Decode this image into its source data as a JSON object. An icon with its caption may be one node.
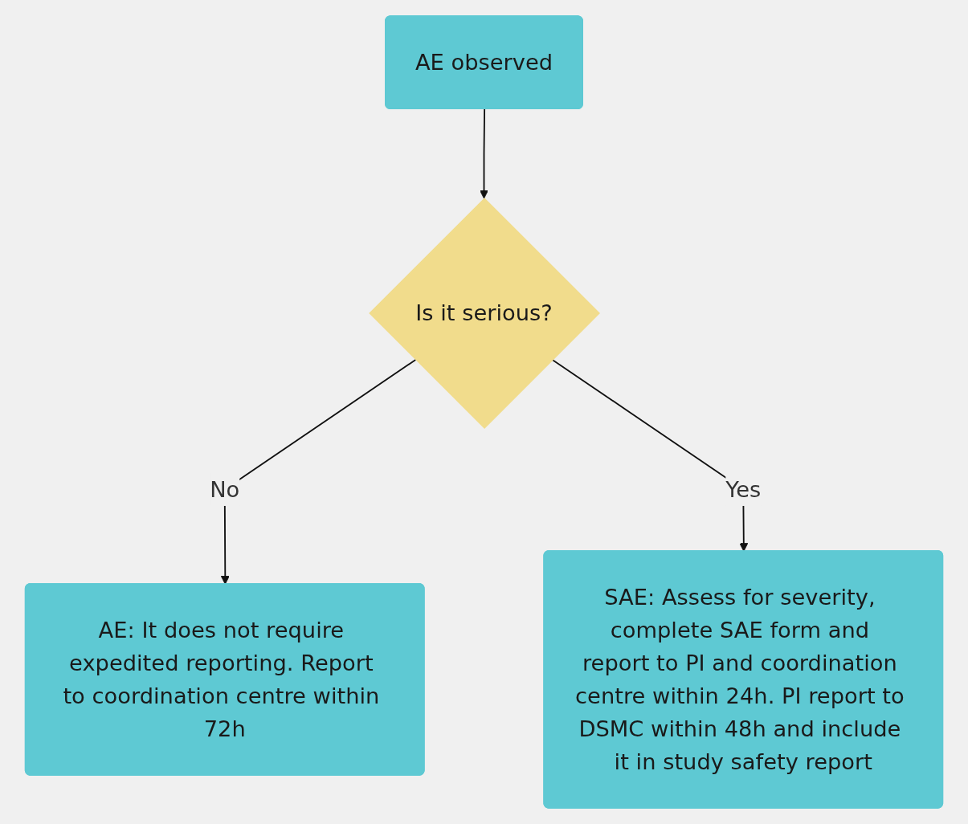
{
  "diagram": {
    "nodes": [
      {
        "text": [
          "AE observed"
        ]
      },
      {
        "text": [
          "Is it serious?"
        ]
      },
      {
        "text": [
          "AE: It does not require expedited reporting. Report to coordination centre within 72h"
        ]
      },
      {
        "text": [
          "SAE: Assess for severity, complete SAE form and report to PI and coordination centre within 24h. PI report to DSMC within 48h and include it in study safety report"
        ]
      }
    ],
    "edges": [
      {
        "from": 0,
        "to": 1,
        "arrow": "to"
      },
      {
        "from": 1,
        "to": 2,
        "arrow": "to",
        "label": "No"
      },
      {
        "from": 1,
        "to": 3,
        "arrow": "to",
        "label": "Yes"
      }
    ]
  }
}
